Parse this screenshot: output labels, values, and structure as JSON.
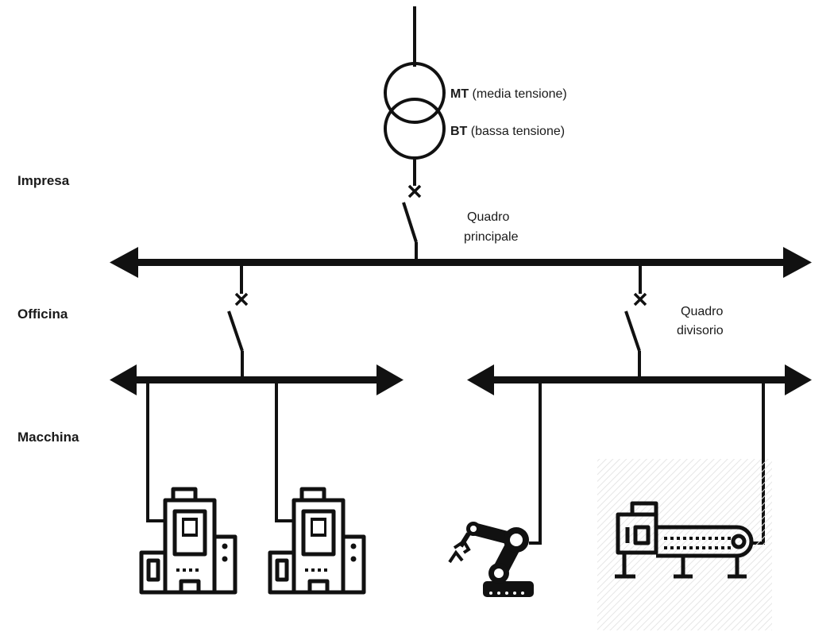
{
  "levels": {
    "impresa": "Impresa",
    "officina": "Officina",
    "macchina": "Macchina"
  },
  "transformer": {
    "mt_abbr": "MT",
    "mt_desc": " (media tensione)",
    "bt_abbr": "BT",
    "bt_desc": " (bassa tensione)"
  },
  "main_panel": {
    "line1": "Quadro",
    "line2": "principale"
  },
  "sub_panel": {
    "line1": "Quadro",
    "line2": "divisorio"
  },
  "machines": [
    {
      "icon": "press-machine-icon"
    },
    {
      "icon": "press-machine-icon"
    },
    {
      "icon": "robot-arm-icon"
    },
    {
      "icon": "conveyor-belt-icon"
    }
  ],
  "colors": {
    "line": "#111111",
    "background": "#ffffff"
  }
}
